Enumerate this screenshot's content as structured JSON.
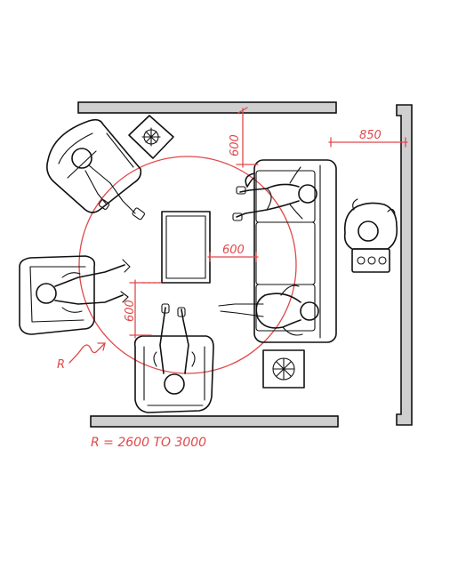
{
  "colors": {
    "ink": "#111111",
    "annotation": "#e0484a",
    "wall_fill": "#cfcfcf"
  },
  "dimensions": {
    "top_clearance": "600",
    "left_clearance": "600",
    "table_gap": "600",
    "side_passage": "850",
    "radius_marker": "R",
    "radius_note": "R = 2600 TO 3000"
  }
}
